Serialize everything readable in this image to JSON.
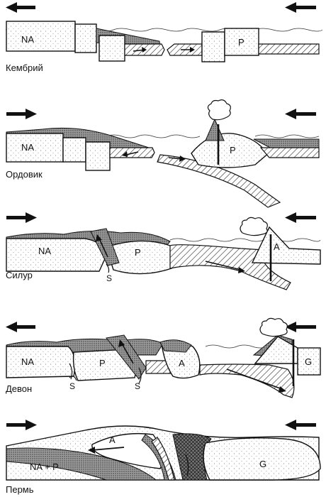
{
  "panels": [
    {
      "period": "Кембрий",
      "blocks": [
        "NA",
        "P"
      ],
      "arrows": {
        "left": "←",
        "right": "←"
      }
    },
    {
      "period": "Ордовик",
      "blocks": [
        "NA",
        "P"
      ],
      "arrows": {
        "left": "→",
        "right": "←"
      }
    },
    {
      "period": "Силур",
      "blocks": [
        "NA",
        "P",
        "A"
      ],
      "sutures": [
        "S"
      ],
      "arrows": {
        "left": "→",
        "right": "←"
      }
    },
    {
      "period": "Девон",
      "blocks": [
        "NA",
        "P",
        "A",
        "G"
      ],
      "sutures": [
        "S",
        "S"
      ],
      "arrows": {
        "left": "←",
        "right": "←"
      }
    },
    {
      "period": "Пермь",
      "blocks": [
        "NA + P",
        "A",
        "G"
      ],
      "arrows": {
        "left": "→",
        "right": "←"
      }
    }
  ],
  "colors": {
    "ink": "#111111",
    "paper": "#ffffff",
    "dots": "#555555",
    "hatch": "#222222"
  }
}
